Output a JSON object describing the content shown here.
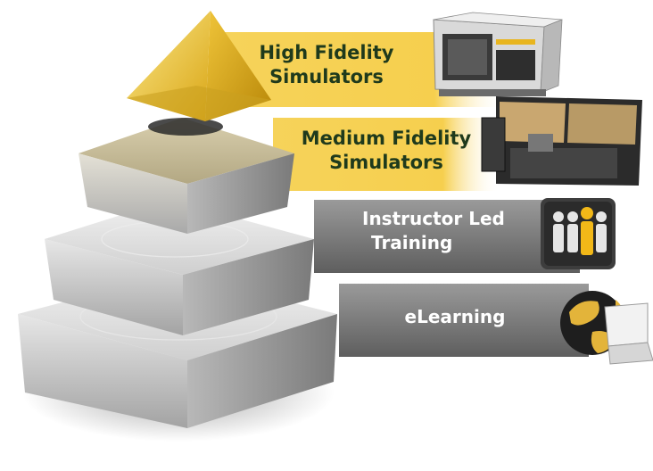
{
  "tiers": [
    {
      "id": "high",
      "line1": "High Fidelity",
      "line2": "Simulators",
      "band_color": "#f3c544",
      "icon": "full-motion-simulator-photo"
    },
    {
      "id": "medium",
      "line1": "Medium Fidelity",
      "line2": "Simulators",
      "band_color": "#f3c544",
      "icon": "desktop-simulator-photo"
    },
    {
      "id": "instructor",
      "line1": "Instructor Led",
      "line2": "Training",
      "band_color": "#8a8a8a",
      "icon": "classroom-group-icon"
    },
    {
      "id": "elearning",
      "line1": "eLearning",
      "line2": "",
      "band_color": "#8a8a8a",
      "icon": "globe-laptop-icon"
    }
  ],
  "colors": {
    "gold": "#e8b51f",
    "gold_light": "#f7dc6a",
    "silver": "#c9c9c9",
    "silver_dark": "#8d8d8d",
    "text_dark": "#1f3a1c"
  }
}
